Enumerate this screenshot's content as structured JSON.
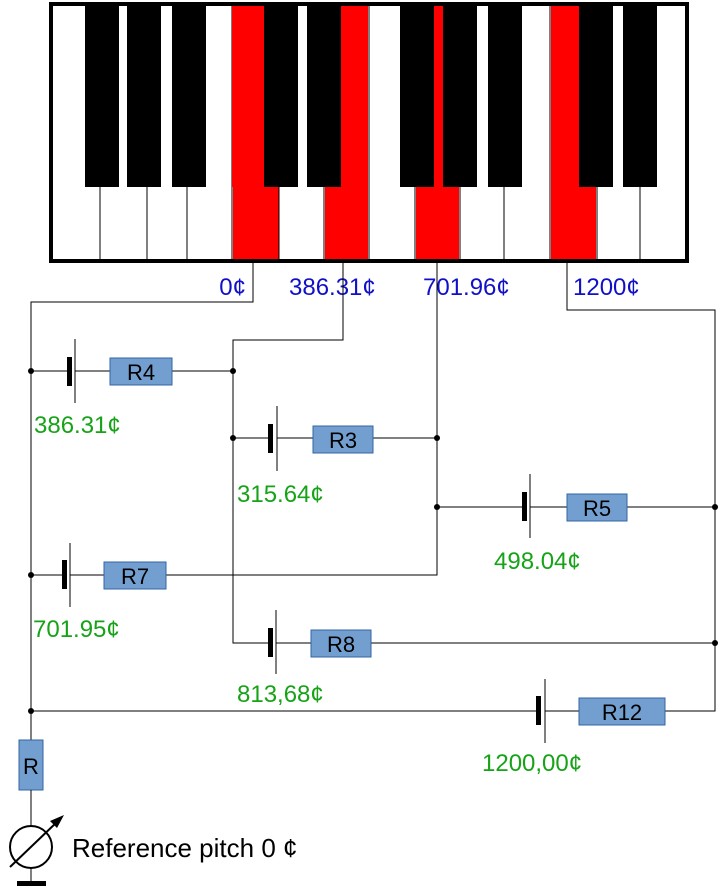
{
  "keyboard": {
    "highlight_color": "#ff0000",
    "labels": [
      "0¢",
      "386.31¢",
      "701.96¢",
      "1200¢"
    ]
  },
  "branches": {
    "r4": {
      "resistor": "R4",
      "value": "386.31¢"
    },
    "r3": {
      "resistor": "R3",
      "value": "315.64¢"
    },
    "r5": {
      "resistor": "R5",
      "value": "498.04¢"
    },
    "r7": {
      "resistor": "R7",
      "value": "701.95¢"
    },
    "r8": {
      "resistor": "R8",
      "value": "813,68¢"
    },
    "r12": {
      "resistor": "R12",
      "value": "1200,00¢"
    }
  },
  "source": {
    "resistor": "R",
    "label": "Reference pitch 0 ¢"
  },
  "colors": {
    "value_text": "#17a317",
    "key_label_text": "#1010c8",
    "resistor_fill": "#729fcf"
  }
}
